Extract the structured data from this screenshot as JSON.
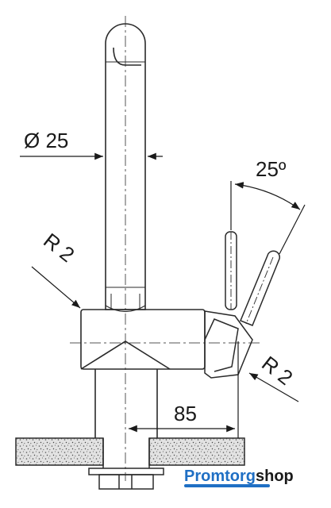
{
  "dimensions": {
    "diameter": "Ø 25",
    "angle": "25º",
    "radius_left": "R 2",
    "radius_right": "R 2",
    "width": "85"
  },
  "watermark": {
    "part1": "Promtorg",
    "part2": "shop",
    "brand_color": "#1f6fc4"
  },
  "colors": {
    "line": "#2a2a2a",
    "countertop_fill": "#d6d6d6"
  }
}
